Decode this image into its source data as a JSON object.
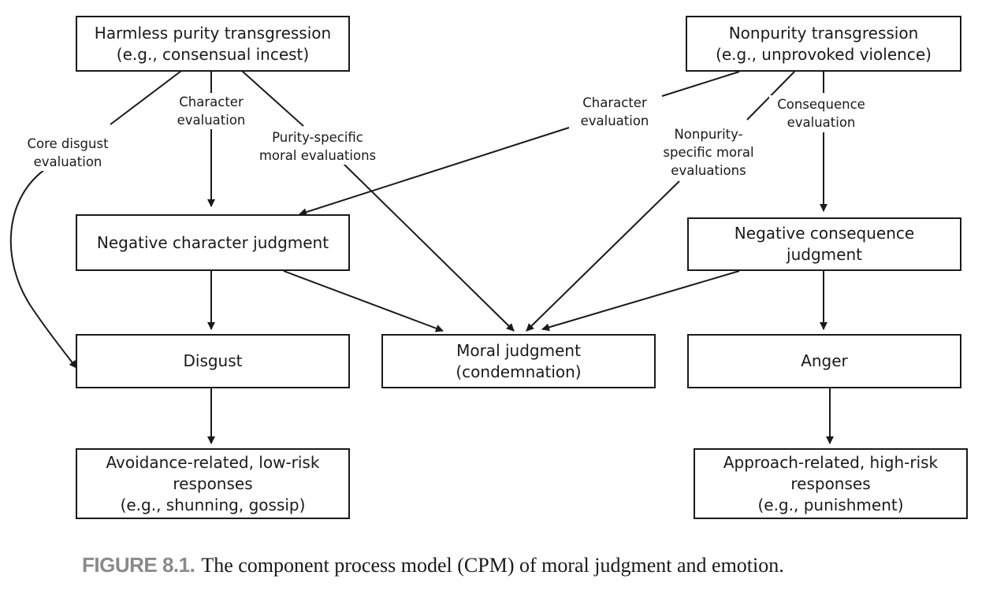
{
  "nodes": {
    "harmless_purity": {
      "lines": [
        "Harmless purity transgression",
        "(e.g., consensual incest)"
      ]
    },
    "nonpurity": {
      "lines": [
        "Nonpurity transgression",
        "(e.g., unprovoked violence)"
      ]
    },
    "neg_character": {
      "lines": [
        "Negative character judgment"
      ]
    },
    "neg_consequence": {
      "lines": [
        "Negative consequence",
        "judgment"
      ]
    },
    "disgust": {
      "lines": [
        "Disgust"
      ]
    },
    "moral_judgment": {
      "lines": [
        "Moral judgment",
        "(condemnation)"
      ]
    },
    "anger": {
      "lines": [
        "Anger"
      ]
    },
    "avoidance": {
      "lines": [
        "Avoidance-related, low-risk",
        "responses",
        "(e.g., shunning, gossip)"
      ]
    },
    "approach": {
      "lines": [
        "Approach-related, high-risk",
        "responses",
        "(e.g., punishment)"
      ]
    }
  },
  "edge_labels": {
    "core_disgust": {
      "lines": [
        "Core disgust",
        "evaluation"
      ]
    },
    "character_left": {
      "lines": [
        "Character",
        "evaluation"
      ]
    },
    "purity_specific": {
      "lines": [
        "Purity-specific",
        "moral evaluations"
      ]
    },
    "character_right": {
      "lines": [
        "Character",
        "evaluation"
      ]
    },
    "nonpurity_specific": {
      "lines": [
        "Nonpurity-",
        "specific moral",
        "evaluations"
      ]
    },
    "consequence": {
      "lines": [
        "Consequence",
        "evaluation"
      ]
    }
  },
  "caption": {
    "label": "FIGURE 8.1.",
    "text": "The component process model (CPM) of moral judgment and emotion."
  }
}
